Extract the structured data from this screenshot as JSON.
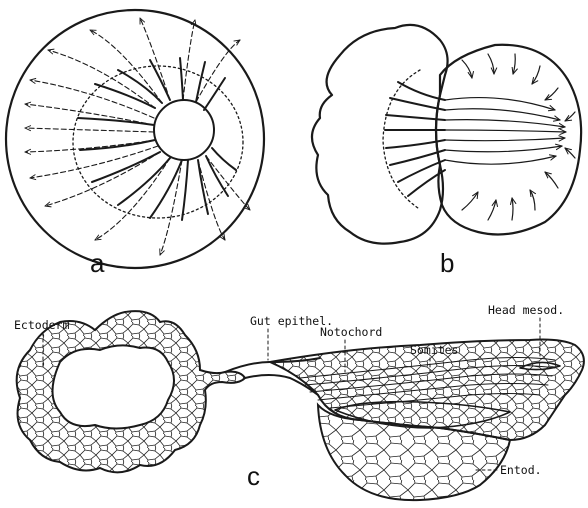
{
  "panels": {
    "a": {
      "letter": "a"
    },
    "b": {
      "letter": "b"
    },
    "c": {
      "letter": "c"
    }
  },
  "labels": {
    "ectoderm": "Ectoderm",
    "gut_epithel": "Gut epithel.",
    "notochord": "Notochord",
    "somites": "Somites",
    "head_mesod": "Head mesod.",
    "entod": "Entod."
  }
}
